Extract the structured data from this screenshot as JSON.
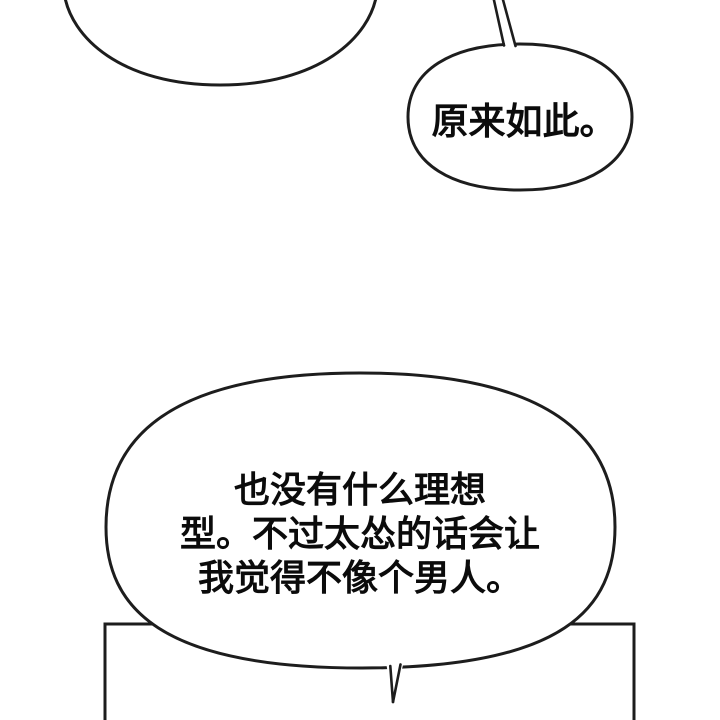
{
  "page": {
    "background": "#ffffff",
    "ink_color": "#1d1d1d",
    "text_color": "#0b0b0b"
  },
  "bubbles": {
    "top_right": {
      "text": "原来如此。"
    },
    "main": {
      "lines": [
        "也没有什么理想",
        "型。不过太怂的话会让",
        "我觉得不像个男人。"
      ]
    }
  }
}
